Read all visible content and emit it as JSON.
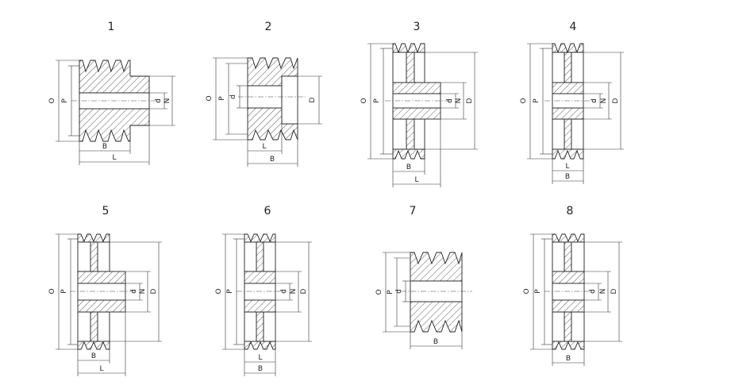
{
  "figures": [
    {
      "number": "1",
      "dims": [
        "O",
        "P",
        "d",
        "N",
        "B",
        "L"
      ]
    },
    {
      "number": "2",
      "dims": [
        "O",
        "P",
        "d",
        "D",
        "L",
        "B"
      ]
    },
    {
      "number": "3",
      "dims": [
        "O",
        "P",
        "d",
        "N",
        "D",
        "B",
        "L"
      ]
    },
    {
      "number": "4",
      "dims": [
        "O",
        "P",
        "d",
        "N",
        "D",
        "L",
        "B"
      ]
    },
    {
      "number": "5",
      "dims": [
        "O",
        "P",
        "d",
        "N",
        "D",
        "B",
        "L"
      ]
    },
    {
      "number": "6",
      "dims": [
        "O",
        "P",
        "d",
        "N",
        "D",
        "L",
        "B"
      ]
    },
    {
      "number": "7",
      "dims": [
        "O",
        "P",
        "d",
        "B"
      ]
    },
    {
      "number": "8",
      "dims": [
        "O",
        "P",
        "d",
        "N",
        "D",
        "B"
      ]
    }
  ]
}
